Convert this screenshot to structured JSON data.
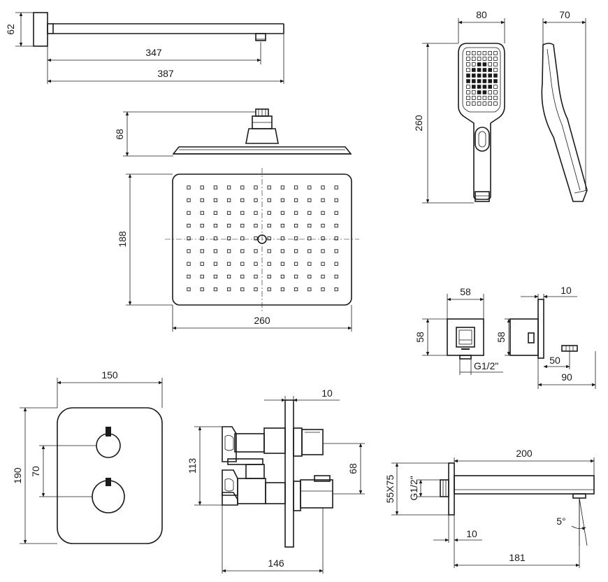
{
  "labels": {
    "wall_arm_height": "62",
    "wall_arm_reach": "347",
    "wall_arm_length": "387",
    "head_height": "68",
    "head_depth": "188",
    "head_width": "260",
    "hand_width": "80",
    "hand_depth": "70",
    "hand_length": "260",
    "outlet_width": "58",
    "outlet_height": "58",
    "outlet_side_height": "58",
    "outlet_plate": "10",
    "outlet_thread": "G1/2\"",
    "outlet_nozzle": "50",
    "outlet_total": "90",
    "mixer_width": "150",
    "mixer_height": "190",
    "mixer_knob_spacing": "70",
    "box_plate": "10",
    "box_height": "113",
    "box_outlet": "68",
    "box_depth": "146",
    "spout_length": "200",
    "spout_plate": "55X75",
    "spout_thread": "G1/2\"",
    "spout_wall": "10",
    "spout_reach": "181",
    "spout_angle": "5°"
  }
}
